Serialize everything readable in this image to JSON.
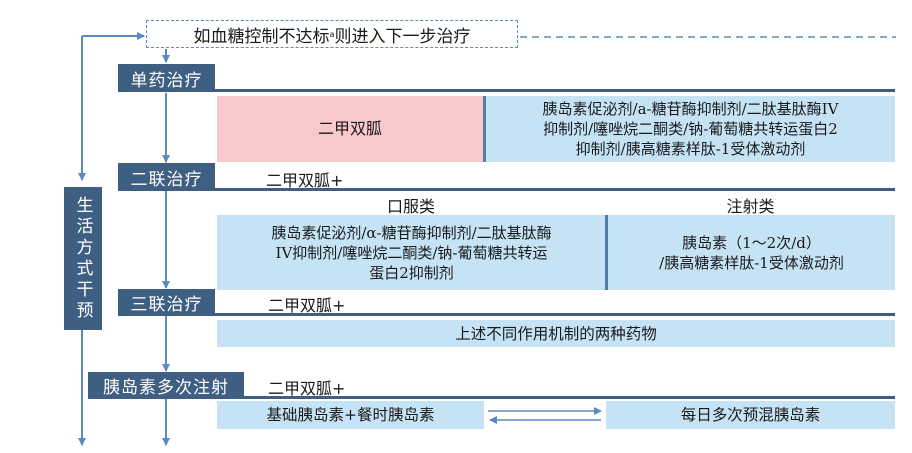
{
  "top_note": "如血糖控制不达标",
  "top_note_superscript": "a",
  "top_note_rest": "则进入下一步治疗",
  "lifestyle": "生活方式干预",
  "steps": {
    "mono": {
      "label": "单药治疗",
      "primary": "二甲双胍",
      "alternatives": "胰岛素促泌剂/a-糖苷酶抑制剂/二肽基肽酶IV抑制剂/噻唑烷二酮类/钠-葡萄糖共转运蛋白2抑制剂/胰高糖素样肽-1受体激动剂",
      "alternatives_lines": [
        "胰岛素促泌剂/a-糖苷酶抑制剂/二肽基肽酶IV",
        "抑制剂/噻唑烷二酮类/钠-葡萄糖共转运蛋白2",
        "抑制剂/胰高糖素样肽-1受体激动剂"
      ]
    },
    "dual": {
      "label": "二联治疗",
      "base": "二甲双胍+",
      "oral_header": "口服类",
      "injection_header": "注射类",
      "oral_lines": [
        "胰岛素促泌剂/α-糖苷酶抑制剂/二肽基肽酶",
        "IV抑制剂/噻唑烷二酮类/钠-葡萄糖共转运",
        "蛋白2抑制剂"
      ],
      "injection_lines": [
        "胰岛素（1～2次/d）",
        "/胰高糖素样肽-1受体激动剂"
      ]
    },
    "triple": {
      "label": "三联治疗",
      "base": "二甲双胍+",
      "option": "上述不同作用机制的两种药物"
    },
    "multi_insulin": {
      "label": "胰岛素多次注射",
      "base": "二甲双胍+",
      "option_left": "基础胰岛素+餐时胰岛素",
      "option_right": "每日多次预混胰岛素"
    }
  },
  "colors": {
    "dark_label": "#3e5f82",
    "arrow": "#5b8ac0",
    "light_blue": "#c5e3f5",
    "pink": "#f8c8ca"
  }
}
